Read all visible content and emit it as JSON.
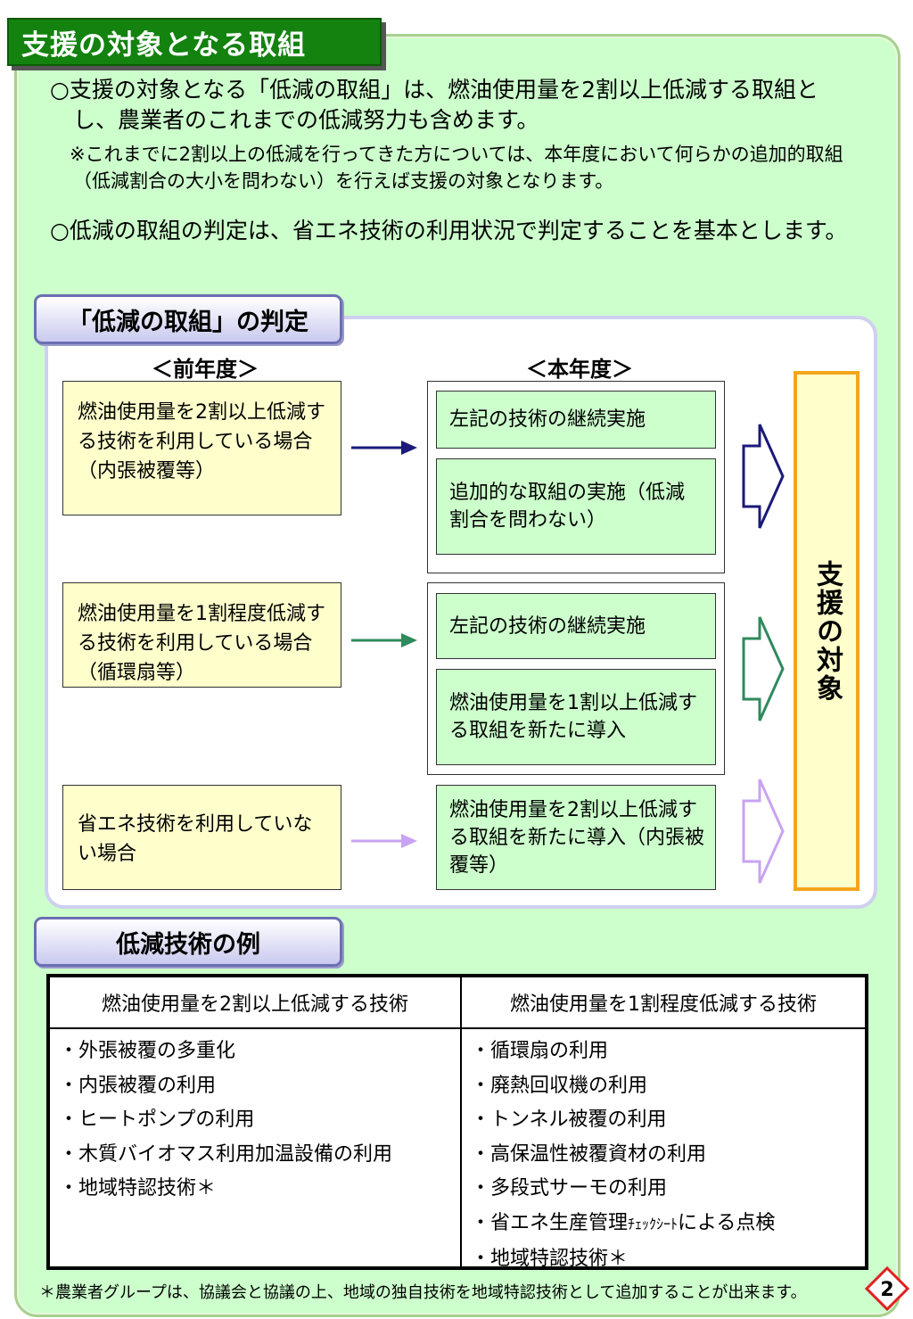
{
  "header": {
    "title": "支援の対象となる取組"
  },
  "intro": {
    "p1": "○支援の対象となる「低減の取組」は、燃油使用量を2割以上低減する取組とし、農業者のこれまでの低減努力も含めます。",
    "note": "※これまでに2割以上の低減を行ってきた方については、本年度において何らかの追加的取組（低減割合の大小を問わない）を行えば支援の対象となります。",
    "p2": "○低減の取組の判定は、省エネ技術の利用状況で判定することを基本とします。"
  },
  "judgement": {
    "tab_label": "「低減の取組」の判定",
    "prev_year_heading": "＜前年度＞",
    "this_year_heading": "＜本年度＞",
    "rows": [
      {
        "previous": "燃油使用量を2割以上低減する技術を利用している場合（内張被覆等）",
        "actions": [
          "左記の技術の継続実施",
          "追加的な取組の実施（低減割合を問わない）"
        ],
        "arrow_color": "#1a1a7a"
      },
      {
        "previous": "燃油使用量を1割程度低減する技術を利用している場合（循環扇等）",
        "actions": [
          "左記の技術の継続実施",
          "燃油使用量を1割以上低減する取組を新たに導入"
        ],
        "arrow_color": "#2f8a5c"
      },
      {
        "previous": "省エネ技術を利用していない場合",
        "actions": [
          "燃油使用量を2割以上低減する取組を新たに導入（内張被覆等）"
        ],
        "arrow_color": "#c9a3f2"
      }
    ],
    "target_label": "支援の対象"
  },
  "examples": {
    "tab_label": "低減技術の例",
    "columns": [
      {
        "header": "燃油使用量を2割以上低減する技術",
        "items": [
          "・外張被覆の多重化",
          "・内張被覆の利用",
          "・ヒートポンプの利用",
          "・木質バイオマス利用加温設備の利用",
          "・地域特認技術＊"
        ]
      },
      {
        "header": "燃油使用量を1割程度低減する技術",
        "items": [
          "・循環扇の利用",
          "・廃熱回収機の利用",
          "・トンネル被覆の利用",
          "・高保温性被覆資材の利用",
          "・多段式サーモの利用",
          "・省エネ生産管理",
          "ﾁｪｯｸｼｰﾄ",
          "による点検",
          "・地域特認技術＊"
        ]
      }
    ]
  },
  "footnote": "＊農業者グループは、協議会と協議の上、地域の独自技術を地域特認技術として追加することが出来ます。",
  "page_number": "2"
}
